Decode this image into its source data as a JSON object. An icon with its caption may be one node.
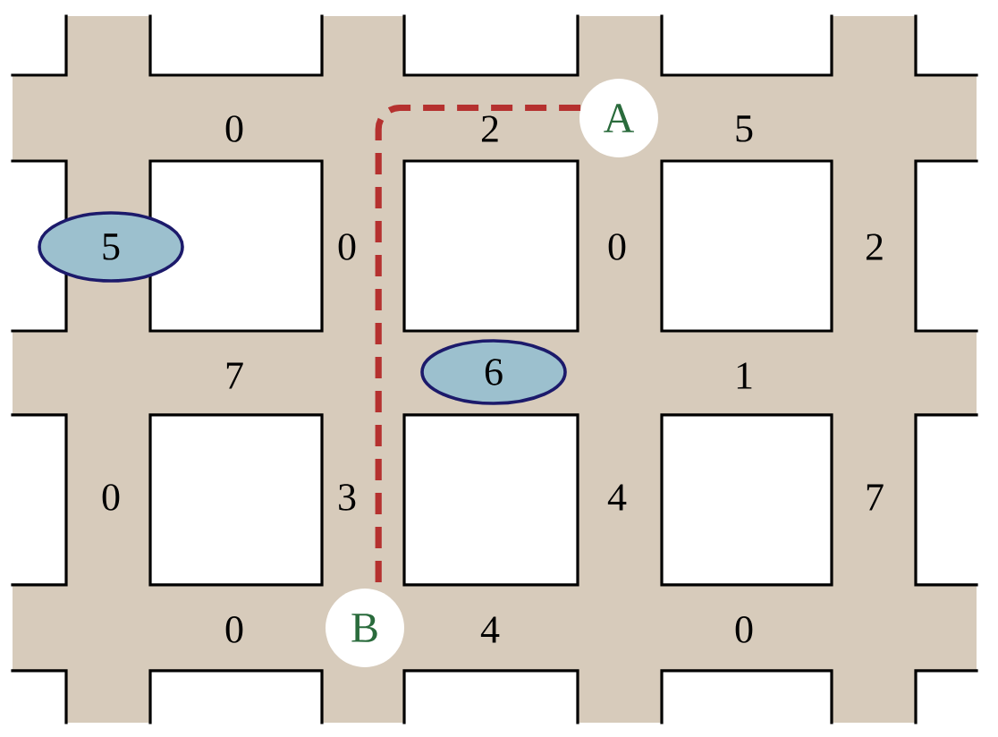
{
  "diagram": {
    "nodes": [
      {
        "text": [
          "A"
        ]
      },
      {
        "text": [
          "B"
        ]
      },
      {
        "text": [
          "5"
        ]
      },
      {
        "text": [
          "6"
        ]
      }
    ],
    "edges": [
      {
        "from": 0,
        "to": 1,
        "arrow": "none",
        "style": "dashed",
        "color": "#b5312f"
      }
    ],
    "labels": [
      "0",
      "2",
      "5",
      "0",
      "0",
      "2",
      "7",
      "1",
      "0",
      "3",
      "4",
      "7",
      "0",
      "4",
      "0"
    ]
  }
}
